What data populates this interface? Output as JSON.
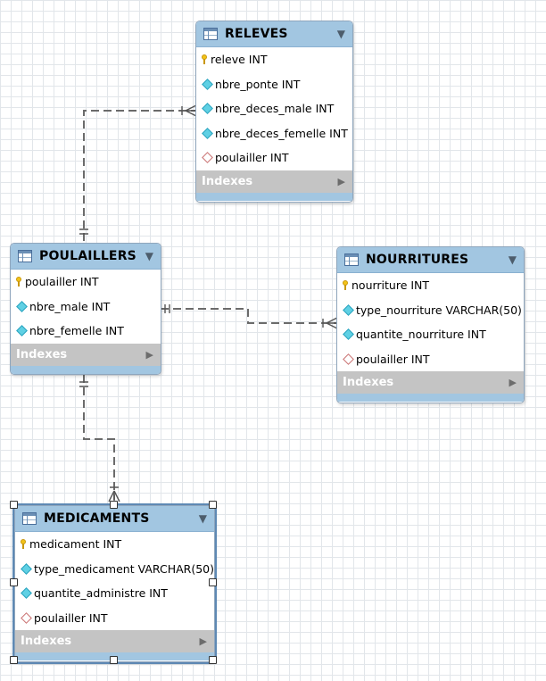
{
  "tables": {
    "releves": {
      "name": "RELEVES",
      "columns": [
        {
          "icon": "primary-key",
          "text": "releve INT"
        },
        {
          "icon": "column",
          "text": "nbre_ponte INT"
        },
        {
          "icon": "column",
          "text": "nbre_deces_male INT"
        },
        {
          "icon": "column",
          "text": "nbre_deces_femelle INT"
        },
        {
          "icon": "foreign-key",
          "text": "poulailler INT"
        }
      ],
      "indexes_label": "Indexes"
    },
    "poulaillers": {
      "name": "POULAILLERS",
      "columns": [
        {
          "icon": "primary-key",
          "text": "poulailler INT"
        },
        {
          "icon": "column",
          "text": "nbre_male INT"
        },
        {
          "icon": "column",
          "text": "nbre_femelle INT"
        }
      ],
      "indexes_label": "Indexes"
    },
    "nourritures": {
      "name": "NOURRITURES",
      "columns": [
        {
          "icon": "primary-key",
          "text": "nourriture INT"
        },
        {
          "icon": "column",
          "text": "type_nourriture VARCHAR(50)"
        },
        {
          "icon": "column",
          "text": "quantite_nourriture INT"
        },
        {
          "icon": "foreign-key",
          "text": "poulailler INT"
        }
      ],
      "indexes_label": "Indexes"
    },
    "medicaments": {
      "name": "MEDICAMENTS",
      "columns": [
        {
          "icon": "primary-key",
          "text": "medicament INT"
        },
        {
          "icon": "column",
          "text": "type_medicament VARCHAR(50)"
        },
        {
          "icon": "column",
          "text": "quantite_administre INT"
        },
        {
          "icon": "foreign-key",
          "text": "poulailler INT"
        }
      ],
      "indexes_label": "Indexes"
    }
  },
  "relationships": [
    {
      "from": "POULAILLERS",
      "to": "RELEVES",
      "from_end": "one-mandatory",
      "to_end": "one-or-many"
    },
    {
      "from": "POULAILLERS",
      "to": "NOURRITURES",
      "from_end": "one-mandatory",
      "to_end": "one-or-many"
    },
    {
      "from": "POULAILLERS",
      "to": "MEDICAMENTS",
      "from_end": "one-mandatory",
      "to_end": "one-or-many"
    }
  ],
  "selected_table": "MEDICAMENTS",
  "colors": {
    "header": "#a2c6e1",
    "indexes": "#c4c4c4",
    "connector": "#6b6b6b",
    "primary_key": "#f2c319",
    "column": "#5fd0e4",
    "foreign_key": "#c97070"
  }
}
